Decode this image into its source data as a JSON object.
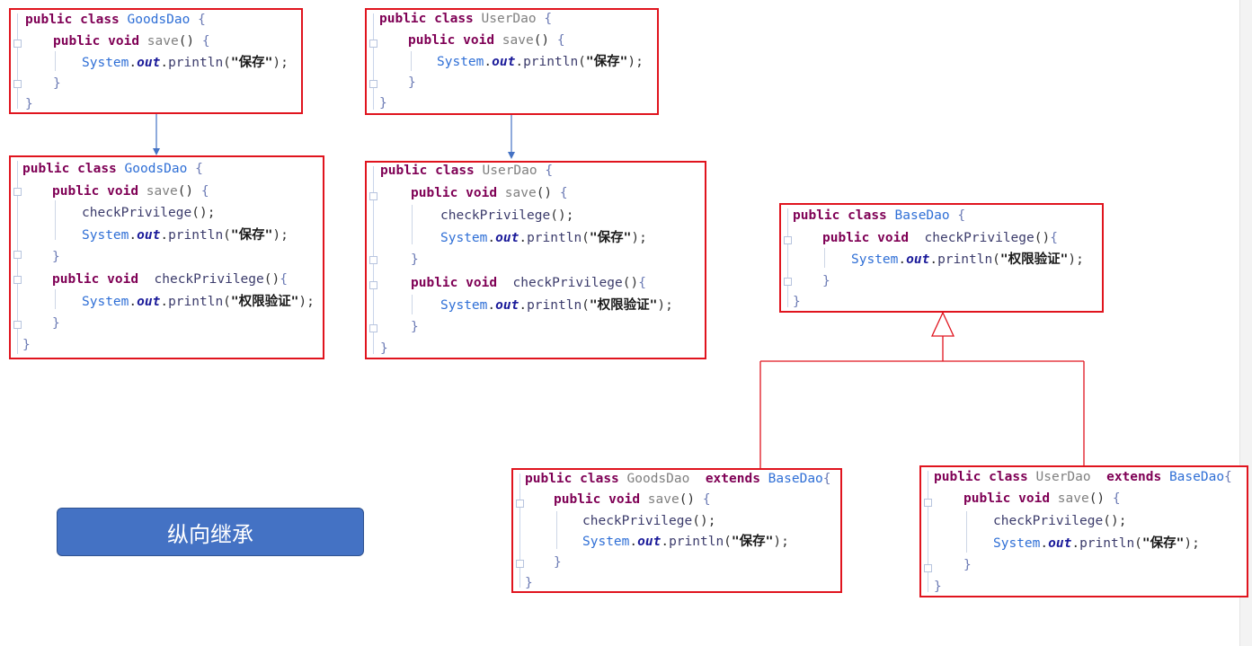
{
  "title_button": {
    "label": "纵向继承"
  },
  "colors": {
    "box_border": "#e0141e",
    "arrow": "#4472c4",
    "button_fill": "#4472c4",
    "keyword": "#7f0055",
    "type": "#2f6fd6"
  },
  "tokens": {
    "public": "public",
    "class": "class",
    "void": "void",
    "extends": "extends",
    "goods_dao": "GoodsDao",
    "user_dao": "UserDao",
    "base_dao": "BaseDao",
    "save": "save",
    "check_privilege": "checkPrivilege",
    "system": "System",
    "out": "out",
    "println": "println",
    "str_save": "\"保存\"",
    "str_privilege": "\"权限验证\"",
    "open_brace": "{",
    "close_brace": "}",
    "parens": "()",
    "call_end": ");",
    "open_paren": "(",
    "dot": "."
  },
  "boxes": {
    "goods_original": "public class GoodsDao { public void save() { System.out.println(\"保存\"); } }",
    "user_original": "public class UserDao { public void save() { System.out.println(\"保存\"); } }",
    "goods_modified": "public class GoodsDao { public void save() { checkPrivilege(); System.out.println(\"保存\"); } public void checkPrivilege(){ System.out.println(\"权限验证\"); } }",
    "user_modified": "public class UserDao { public void save() { checkPrivilege(); System.out.println(\"保存\"); } public void checkPrivilege(){ System.out.println(\"权限验证\"); } }",
    "base_dao": "public class BaseDao { public void checkPrivilege(){ System.out.println(\"权限验证\"); } }",
    "goods_extends": "public class GoodsDao extends BaseDao{ public void save() { checkPrivilege(); System.out.println(\"保存\"); } }",
    "user_extends": "public class UserDao extends BaseDao{ public void save() { checkPrivilege(); System.out.println(\"保存\"); } }"
  }
}
